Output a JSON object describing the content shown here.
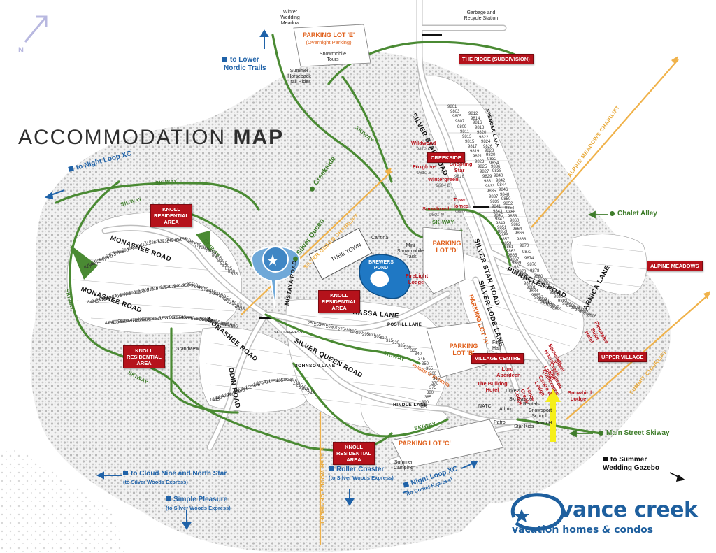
{
  "map": {
    "title_light": "ACCOMMODATION",
    "title_bold": "MAP",
    "north": "N",
    "roads": [
      "SILVER STAR ROAD",
      "MONASHEE ROAD",
      "MONASHEE ROAD",
      "MONASHEE ROAD",
      "SILVER QUEEN ROAD",
      "KASSA LANE",
      "PINNACLES ROAD",
      "SILVER LODE LANE",
      "ARNICA LANE",
      "ODIN ROAD",
      "SILVER STAR ROAD",
      "MISTAYA ROAD",
      "SPENCER LANE",
      "JOHNSON LANE",
      "HINDLE LANE",
      "POSTILL LANE"
    ],
    "red_boxes": [
      "KNOLL RESIDENTIAL AREA",
      "KNOLL RESIDENTIAL AREA",
      "KNOLL RESIDENTIAL AREA",
      "KNOLL RESIDENTIAL AREA",
      "CREEKSIDE",
      "THE RIDGE (SUBDIVISION)",
      "ALPINE MEADOWS",
      "VILLAGE CENTRE",
      "UPPER VILLAGE"
    ],
    "parking": [
      "PARKING LOT 'E'",
      "(Overnight Parking)",
      "PARKING LOT 'D'",
      "PARKING LOT 'C'",
      "PARKING LOT 'B'",
      "PARKING LOT 'A'",
      "FINGER 'C' PARKING"
    ],
    "places": [
      "Winter Wedding Meadow",
      "Garbage and Recycle Station",
      "Snowmobile Tours",
      "Summer Horseback Trail Rides",
      "TUBE TOWN",
      "Cantina",
      "Mini Snowmobile Track",
      "BREWERS POND",
      "Grandview",
      "Summer Camping",
      "Fire Hall",
      "Tickets",
      "Ski Dazzle",
      "Admin",
      "Rentals",
      "Snowsport School",
      "Town H",
      "Patrol",
      "Star Kids",
      "NATC",
      "SKI OVERPASS"
    ],
    "lodges": [
      {
        "name": "Wildwood",
        "num": "9812 P"
      },
      {
        "name": "Foxglove",
        "num": "9810 E"
      },
      {
        "name": "Shooting Star",
        "num": "9816"
      },
      {
        "name": "Wintergreen",
        "num": "9804 D"
      },
      {
        "name": "Town Homes",
        "num": "9802"
      },
      {
        "name": "Snowbrush",
        "num": "9801 N"
      },
      {
        "name": "FireLight Lodge",
        "num": ""
      },
      {
        "name": "Lord Aberdeen",
        "num": ""
      },
      {
        "name": "The Bulldog Hotel",
        "num": ""
      },
      {
        "name": "Vance Creek Lodge",
        "num": ""
      },
      {
        "name": "Silver Creek Lodge",
        "num": ""
      },
      {
        "name": "Chateau Conference Centre & Lodge",
        "num": ""
      },
      {
        "name": "Samesun Hostel",
        "num": ""
      },
      {
        "name": "Snowbird Lodge",
        "num": ""
      },
      {
        "name": "Pinnacles Suite Hotel",
        "num": ""
      }
    ],
    "green_labels": [
      "Chalet Alley",
      "Main Street Skiway",
      "Creekside",
      "Silver Queen"
    ],
    "skiway": "SKIWAY",
    "lifts": [
      "ALPINE MEADOWS CHAIRLIFT",
      "SUMMIT CHAIRLIFT",
      "SILVER QUEEN CHAIRLIFT",
      "SILVER WOODS CHAIRLIFT"
    ],
    "nav": [
      {
        "label": "to Lower",
        "label2": "Nordic Trails",
        "sub": ""
      },
      {
        "label": "to Night Loop XC",
        "sub": ""
      },
      {
        "label": "to Cloud Nine and North Star",
        "sub": "(to Silver Woods Express)"
      },
      {
        "label": "Simple Pleasure",
        "sub": "(to Silver Woods Express)"
      },
      {
        "label": "Roller Coaster",
        "sub": "(to Silver Woods Express)"
      },
      {
        "label": "Night Loop XC",
        "sub": "(to Comet Express)"
      },
      {
        "label": "to Summer",
        "label2": "Wedding Gazebo",
        "sub": ""
      }
    ],
    "lot_numbers": [
      "9801",
      "9803",
      "9805",
      "9807",
      "9809",
      "9811",
      "9813",
      "9815",
      "9817",
      "9819",
      "9821",
      "9823",
      "9825",
      "9827",
      "9829",
      "9831",
      "9833",
      "9835",
      "9837",
      "9839",
      "9841",
      "9843",
      "9845",
      "9847",
      "9849",
      "9851",
      "9853",
      "9855",
      "9857",
      "9859",
      "9861",
      "9863",
      "9865",
      "9867",
      "9869",
      "9871",
      "9873",
      "9875",
      "9877",
      "9879",
      "9881",
      "9883",
      "9885",
      "9887",
      "9889",
      "9891",
      "9893",
      "9895",
      "9897",
      "9899",
      "9812",
      "9814",
      "9816",
      "9818",
      "9820",
      "9822",
      "9824",
      "9826",
      "9828",
      "9830",
      "9832",
      "9834",
      "9836",
      "9838",
      "9840",
      "9842",
      "9844",
      "9846",
      "9848",
      "9850",
      "9852",
      "9854",
      "9856",
      "9858",
      "9860",
      "9862",
      "9864",
      "9866",
      "9868",
      "9870",
      "9872",
      "9874",
      "9876",
      "9878",
      "9880",
      "9882",
      "9884",
      "9886",
      "9888",
      "9890",
      "9892",
      "9894",
      "9896",
      "9898",
      "9900",
      "9902",
      "9904",
      "9906"
    ],
    "lot_numbers_west": [
      "640",
      "645",
      "650",
      "655",
      "660",
      "665",
      "670",
      "675",
      "680",
      "685",
      "690",
      "695",
      "700",
      "705",
      "710",
      "715",
      "720",
      "725",
      "730",
      "735",
      "740",
      "745",
      "750",
      "755",
      "760",
      "765",
      "770",
      "775",
      "780",
      "785",
      "790",
      "795",
      "800",
      "805",
      "810",
      "815",
      "820",
      "825",
      "830",
      "835",
      "840",
      "845",
      "850",
      "855",
      "860",
      "865",
      "870",
      "875",
      "880",
      "885",
      "890",
      "895",
      "900",
      "905",
      "910",
      "915",
      "920",
      "925",
      "930",
      "935",
      "940",
      "945",
      "950",
      "955",
      "960",
      "965",
      "970",
      "975",
      "980",
      "985",
      "990",
      "995",
      "400",
      "405",
      "410",
      "415",
      "420",
      "425",
      "430",
      "435",
      "440",
      "445",
      "450",
      "455",
      "460",
      "465",
      "470",
      "475",
      "480",
      "485",
      "490",
      "495",
      "500",
      "505",
      "510",
      "515",
      "520",
      "525",
      "530",
      "535",
      "540",
      "545",
      "550",
      "555",
      "560",
      "565",
      "570",
      "575",
      "580",
      "585",
      "590",
      "595",
      "600",
      "605",
      "610",
      "615",
      "620",
      "625",
      "630",
      "635"
    ],
    "lot_numbers_mid": [
      "100",
      "105",
      "110",
      "115",
      "120",
      "125",
      "130",
      "135",
      "140",
      "145",
      "150",
      "155",
      "160",
      "165",
      "170",
      "175",
      "180",
      "185",
      "190",
      "195",
      "200",
      "205",
      "210",
      "215",
      "220",
      "225",
      "230",
      "235",
      "240",
      "245",
      "250",
      "255",
      "260",
      "265",
      "270",
      "275",
      "280",
      "285",
      "290",
      "295",
      "300",
      "305",
      "310",
      "315",
      "320",
      "325",
      "330",
      "335",
      "340",
      "345",
      "350",
      "355",
      "360",
      "365",
      "370",
      "375",
      "380",
      "385",
      "390",
      "395"
    ],
    "logo": {
      "main": "vance creek",
      "sub_a": "vacation homes",
      "sub_amp": "&",
      "sub_b": "condos"
    }
  }
}
